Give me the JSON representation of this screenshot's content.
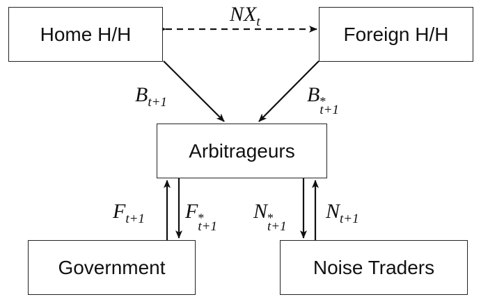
{
  "nodes": {
    "home": "Home H/H",
    "foreign": "Foreign H/H",
    "arbitrageurs": "Arbitrageurs",
    "government": "Government",
    "noise": "Noise Traders"
  },
  "edges": {
    "nx": {
      "base": "NX",
      "sub": "t"
    },
    "b": {
      "base": "B",
      "sub": "t+1"
    },
    "b_star": {
      "base": "B",
      "sup": "*",
      "sub": "t+1"
    },
    "f": {
      "base": "F",
      "sub": "t+1"
    },
    "f_star": {
      "base": "F",
      "sup": "*",
      "sub": "t+1"
    },
    "n_star": {
      "base": "N",
      "sup": "*",
      "sub": "t+1"
    },
    "n": {
      "base": "N",
      "sub": "t+1"
    }
  }
}
